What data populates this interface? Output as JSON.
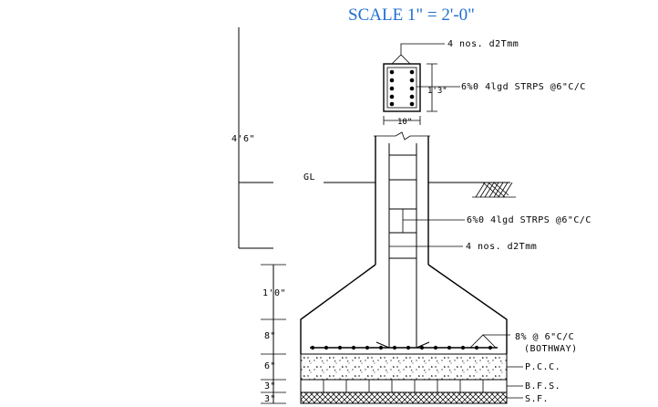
{
  "title": "SCALE 1\" = 2'-0\"",
  "section": {
    "main_bars_label": "4 nos. d2Tmm",
    "stirrup_label": "6%0  4lgd STRPS @6\"C/C",
    "depth_dim": "1'3\"",
    "width_dim": "10\""
  },
  "column": {
    "height_dim": "4'6\"",
    "ground_label": "GL",
    "stirrup_label": "6%0  4lgd STRPS @6\"C/C",
    "main_bars_label": "4 nos. d2Tmm"
  },
  "footing": {
    "taper_dim": "1'0\"",
    "base_dim": "8\"",
    "mesh_label": "8%  @ 6\"C/C",
    "mesh_note": "(BOTHWAY)",
    "pcc_dim": "6\"",
    "pcc_label": "P.C.C.",
    "bfs_dim": "3\"",
    "bfs_label": "B.F.S.",
    "sf_dim": "3\"",
    "sf_label": "S.F."
  }
}
